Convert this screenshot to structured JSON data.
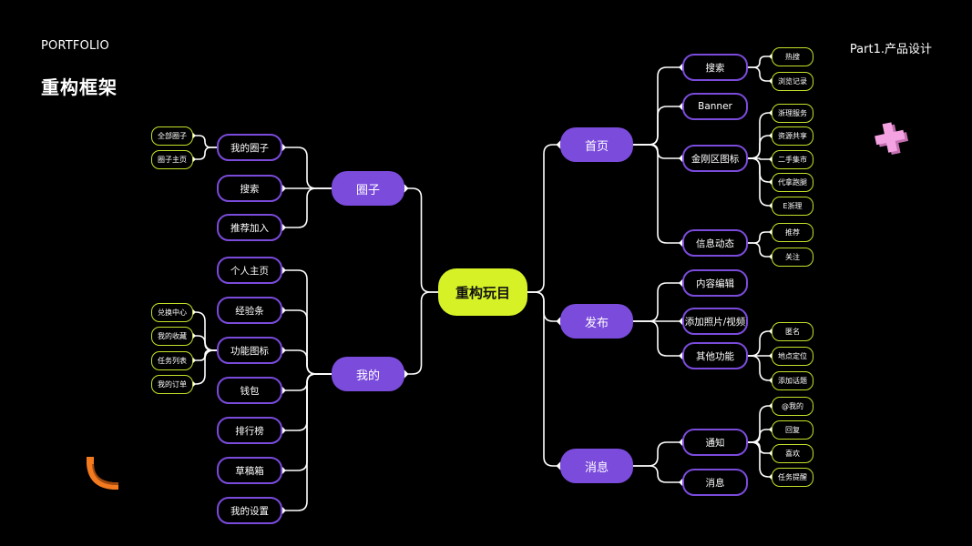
{
  "header": {
    "left_label": "PORTFOLIO",
    "title": "重构框架",
    "right_label": "Part1.产品设计"
  },
  "colors": {
    "background": "#000000",
    "root_fill": "#d6f227",
    "level1_fill": "#7b4bdc",
    "level2_border": "#7b4bdc",
    "level3_border": "#c6e22a",
    "connector": "#ffffff",
    "deco_cross": "#f49ee0",
    "deco_arc": "#f47a20"
  },
  "mindmap": {
    "root": "重构玩目",
    "left": [
      {
        "label": "圈子",
        "children": [
          {
            "label": "我的圈子",
            "children": [
              "全部圈子",
              "圈子主页"
            ]
          },
          {
            "label": "搜索",
            "children": []
          },
          {
            "label": "推荐加入",
            "children": []
          }
        ]
      },
      {
        "label": "我的",
        "children": [
          {
            "label": "个人主页",
            "children": []
          },
          {
            "label": "经验条",
            "children": []
          },
          {
            "label": "功能图标",
            "children": [
              "兑换中心",
              "我的收藏",
              "任务列表",
              "我的订单"
            ]
          },
          {
            "label": "钱包",
            "children": []
          },
          {
            "label": "排行榜",
            "children": []
          },
          {
            "label": "草稿箱",
            "children": []
          },
          {
            "label": "我的设置",
            "children": []
          }
        ]
      }
    ],
    "right": [
      {
        "label": "首页",
        "children": [
          {
            "label": "搜索",
            "children": [
              "热搜",
              "浏览记录"
            ]
          },
          {
            "label": "Banner",
            "children": []
          },
          {
            "label": "金刚区图标",
            "children": [
              "浙理服务",
              "资源共享",
              "二手集市",
              "代拿跑腿",
              "E浙理"
            ]
          },
          {
            "label": "信息动态",
            "children": [
              "推荐",
              "关注"
            ]
          }
        ]
      },
      {
        "label": "发布",
        "children": [
          {
            "label": "内容编辑",
            "children": []
          },
          {
            "label": "添加照片/视频",
            "children": []
          },
          {
            "label": "其他功能",
            "children": [
              "匿名",
              "地点定位",
              "添加话题"
            ]
          }
        ]
      },
      {
        "label": "消息",
        "children": [
          {
            "label": "通知",
            "children": [
              "@我的",
              "回复",
              "喜欢",
              "任务提醒"
            ]
          },
          {
            "label": "消息",
            "children": []
          }
        ]
      }
    ]
  },
  "decorations": [
    {
      "name": "cross-shape",
      "description": "pink 3D plus"
    },
    {
      "name": "arc-shape",
      "description": "orange quarter arc"
    }
  ]
}
